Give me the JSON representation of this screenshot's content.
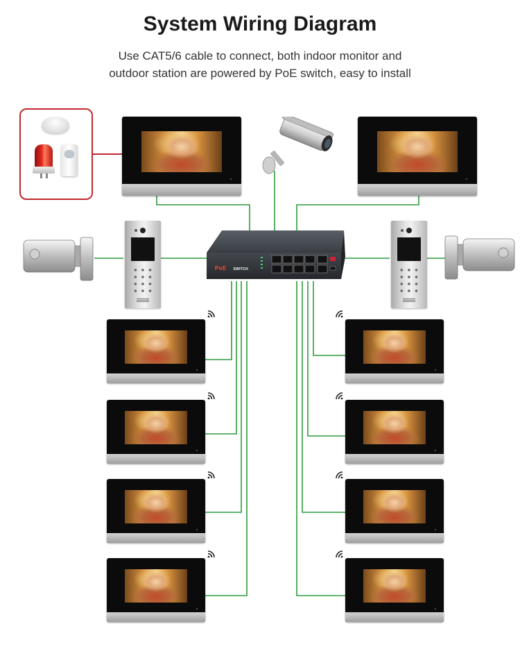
{
  "header": {
    "title": "System Wiring Diagram",
    "subtitle_line1": "Use CAT5/6 cable to connect, both indoor monitor and",
    "subtitle_line2": "outdoor station are powered by PoE switch, easy to install"
  },
  "switch": {
    "brand": "PoE",
    "label": "SWITCH"
  },
  "colors": {
    "wire": "#2d9b3c",
    "alarm_border": "#c0282d"
  },
  "icons": [
    "smoke-detector-icon",
    "siren-icon",
    "pir-sensor-icon",
    "cctv-camera-icon",
    "electric-lock-icon",
    "door-station-icon",
    "wifi-icon",
    "poe-switch-icon"
  ]
}
